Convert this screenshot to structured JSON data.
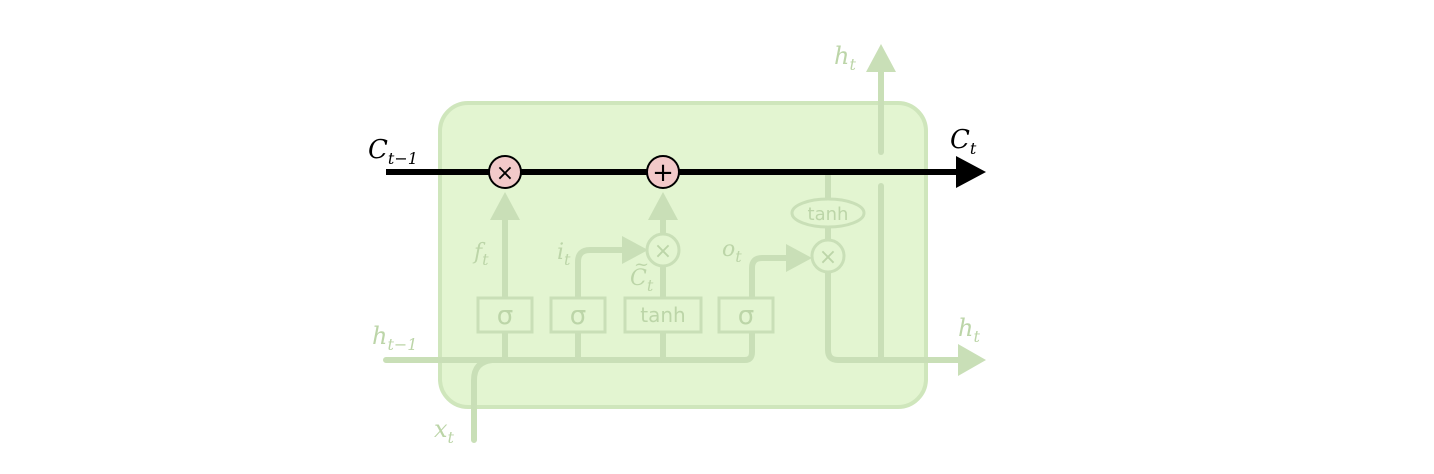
{
  "colors": {
    "cell_fill": "#e3f5d1",
    "cell_stroke": "#cfe6bc",
    "faded_line": "#c9dfb7",
    "faded_text": "#bcd5a8",
    "cell_state_line": "#000000",
    "pointwise_fill": "#f2c9c9"
  },
  "labels": {
    "c_prev": {
      "main": "C",
      "sub": "t−1"
    },
    "c_next": {
      "main": "C",
      "sub": "t"
    },
    "h_top": {
      "main": "h",
      "sub": "t"
    },
    "h_right": {
      "main": "h",
      "sub": "t"
    },
    "h_prev": {
      "main": "h",
      "sub": "t−1"
    },
    "x_in": {
      "main": "x",
      "sub": "t"
    },
    "f_gate": {
      "main": "f",
      "sub": "t"
    },
    "i_gate": {
      "main": "i",
      "sub": "t"
    },
    "c_tilde": {
      "main": "C",
      "tilde": "~",
      "sub": "t"
    },
    "o_gate": {
      "main": "o",
      "sub": "t"
    }
  },
  "ops": {
    "multiply": "×",
    "add": "+",
    "sigma": "σ",
    "tanh": "tanh"
  }
}
